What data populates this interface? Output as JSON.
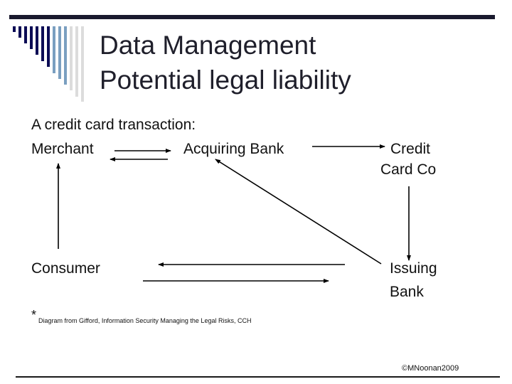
{
  "slide": {
    "title_line1": "Data Management",
    "title_line2": "Potential legal liability",
    "intro": "A credit card transaction:",
    "footnote_marker": "*",
    "footnote": "Diagram from Gifford, Information Security Managing the Legal Risks, CCH",
    "copyright": "©MNoonan2009"
  },
  "nodes": {
    "merchant": "Merchant",
    "acquiring_bank": "Acquiring Bank",
    "credit_card_co_line1": "Credit",
    "credit_card_co_line2": "Card Co",
    "consumer": "Consumer",
    "issuing_bank_line1": "Issuing",
    "issuing_bank_line2": "Bank"
  },
  "edges": [
    {
      "from": "Merchant",
      "to": "Acquiring Bank"
    },
    {
      "from": "Acquiring Bank",
      "to": "Merchant"
    },
    {
      "from": "Acquiring Bank",
      "to": "Credit Card Co"
    },
    {
      "from": "Credit Card Co",
      "to": "Issuing Bank"
    },
    {
      "from": "Issuing Bank",
      "to": "Acquiring Bank"
    },
    {
      "from": "Issuing Bank",
      "to": "Consumer"
    },
    {
      "from": "Consumer",
      "to": "Issuing Bank"
    },
    {
      "from": "Consumer",
      "to": "Merchant"
    }
  ],
  "theme": {
    "rule_color": "#1a1a2e",
    "bar_navy": "#0b0b55",
    "bar_steel": "#7a9fc0",
    "bar_gray": "#dcdcdc"
  }
}
